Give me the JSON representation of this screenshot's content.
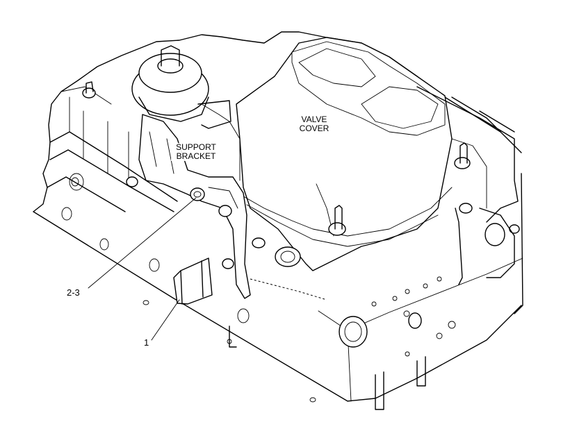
{
  "labels": {
    "valve_cover_line1": "VALVE",
    "valve_cover_line2": "COVER",
    "support_bracket_line1": "SUPPORT",
    "support_bracket_line2": "BRACKET"
  },
  "callouts": {
    "item_2_3": "2-3",
    "item_1": "1"
  }
}
